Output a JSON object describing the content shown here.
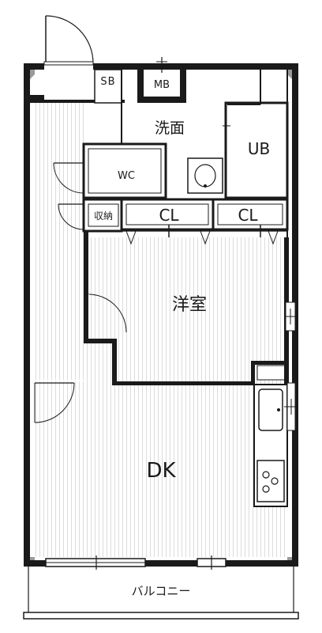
{
  "rooms": {
    "sb": "SB",
    "mb": "MB",
    "washroom": "洗面",
    "ub": "UB",
    "wc": "WC",
    "storage": "収納",
    "cl_left": "CL",
    "cl_right": "CL",
    "western_room": "洋室",
    "dk": "DK",
    "balcony": "バルコニー"
  },
  "colors": {
    "wall": "#1a1a1a",
    "wall_gray": "#9a9a9a",
    "floor_stripe": "#dcdcdc",
    "background": "#ffffff"
  }
}
